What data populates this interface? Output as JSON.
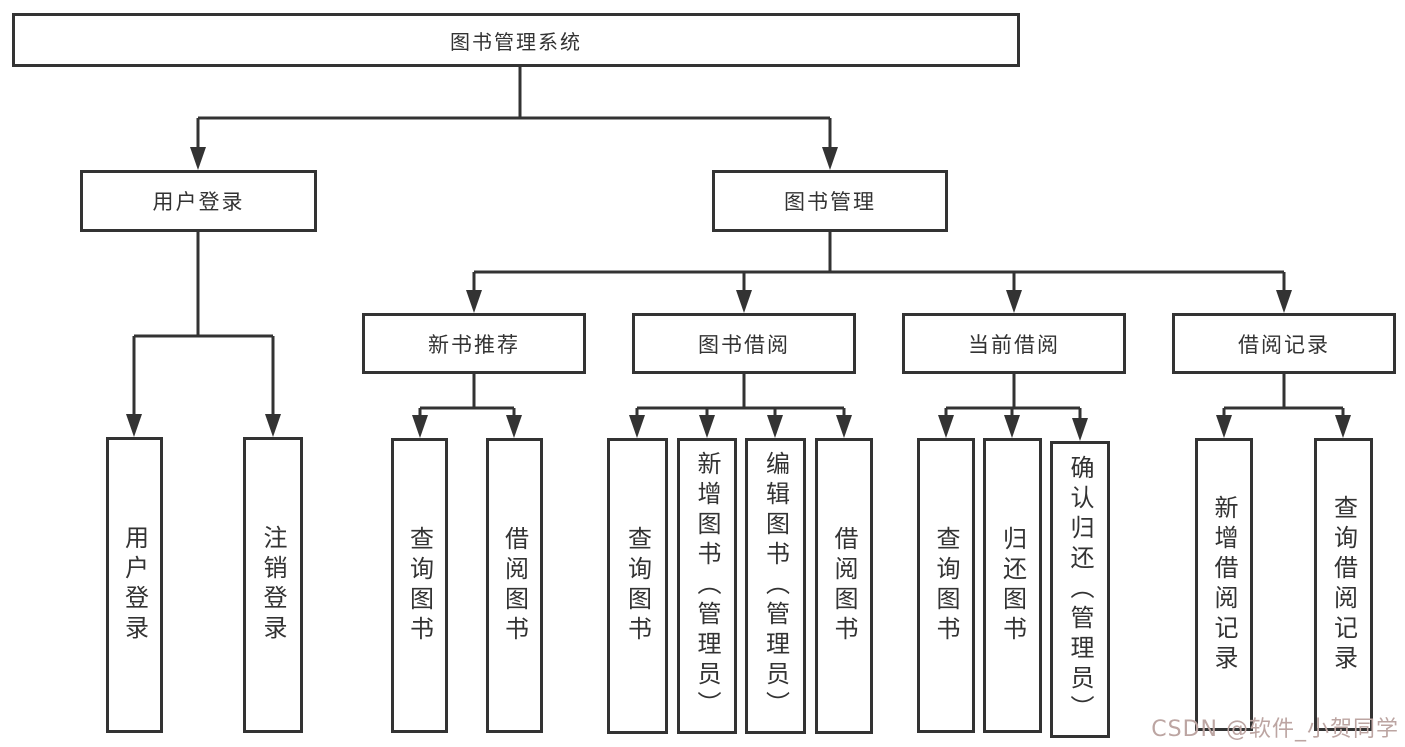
{
  "diagram": {
    "root": {
      "label": "图书管理系统"
    },
    "branches": [
      {
        "label": "用户登录",
        "children": [
          {
            "label": "用户登录"
          },
          {
            "label": "注销登录"
          }
        ]
      },
      {
        "label": "图书管理",
        "children": [
          {
            "label": "新书推荐",
            "children": [
              {
                "label": "查询图书"
              },
              {
                "label": "借阅图书"
              }
            ]
          },
          {
            "label": "图书借阅",
            "children": [
              {
                "label": "查询图书"
              },
              {
                "label": "新增图书（管理员）"
              },
              {
                "label": "编辑图书（管理员）"
              },
              {
                "label": "借阅图书"
              }
            ]
          },
          {
            "label": "当前借阅",
            "children": [
              {
                "label": "查询图书"
              },
              {
                "label": "归还图书"
              },
              {
                "label": "确认归还（管理员）"
              }
            ]
          },
          {
            "label": "借阅记录",
            "children": [
              {
                "label": "新增借阅记录"
              },
              {
                "label": "查询借阅记录"
              }
            ]
          }
        ]
      }
    ]
  },
  "watermark": {
    "text": "CSDN @软件_小贺同学"
  },
  "colors": {
    "line": "#333333",
    "box_border": "#333333",
    "text": "#333333",
    "watermark": "#bca5a2",
    "background": "#ffffff"
  }
}
